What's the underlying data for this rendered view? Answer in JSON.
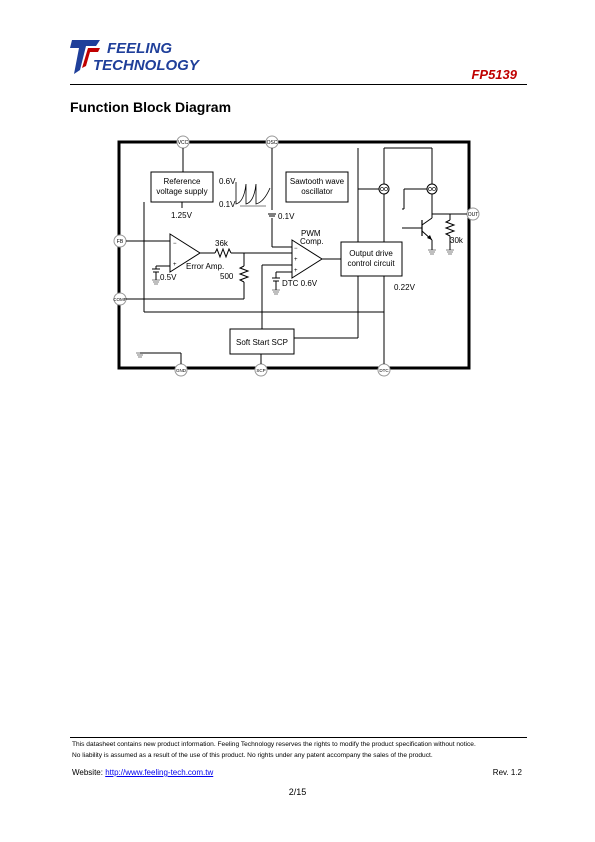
{
  "header": {
    "logo_line1": "FEELING",
    "logo_line2": "TECHNOLOGY",
    "doc_id": "FP5139"
  },
  "title": "Function Block Diagram",
  "diagram": {
    "pins": {
      "vcc": "VCC",
      "osc": "OSC",
      "fb": "FB",
      "comp": "COMP",
      "out": "OUT",
      "gnd": "GND",
      "scp": "SCP",
      "dtc": "DTC"
    },
    "blocks": {
      "reference": [
        "Reference",
        "voltage supply"
      ],
      "sawtooth": [
        "Sawtooth wave",
        "oscillator"
      ],
      "output_drive": [
        "Output drive",
        "control circuit"
      ],
      "soft_start": "Soft Start SCP"
    },
    "labels": {
      "v125": "1.25V",
      "v06": "0.6V",
      "v01a": "0.1V",
      "v01b": "0.1V",
      "r36k": "36k",
      "error_amp": "Error Amp.",
      "v05": "0.5V",
      "r500": "500",
      "pwm1": "PWM",
      "pwm2": "Comp.",
      "dtc06": "DTC 0.6V",
      "v022": "0.22V",
      "r30k": "30k"
    },
    "colors": {
      "pin_border": "#999999",
      "stroke": "#000000"
    }
  },
  "footer": {
    "disclaimer1": "This datasheet contains new product information.   Feeling Technology reserves the rights to modify the product specification without notice.",
    "disclaimer2": "No liability is assumed as a result of the use of this product. No rights under any patent accompany the sales of the product.",
    "website_label": "Website: ",
    "website_url": "http://www.feeling-tech.com.tw",
    "revision": "Rev. 1.2",
    "page": "2/15"
  }
}
